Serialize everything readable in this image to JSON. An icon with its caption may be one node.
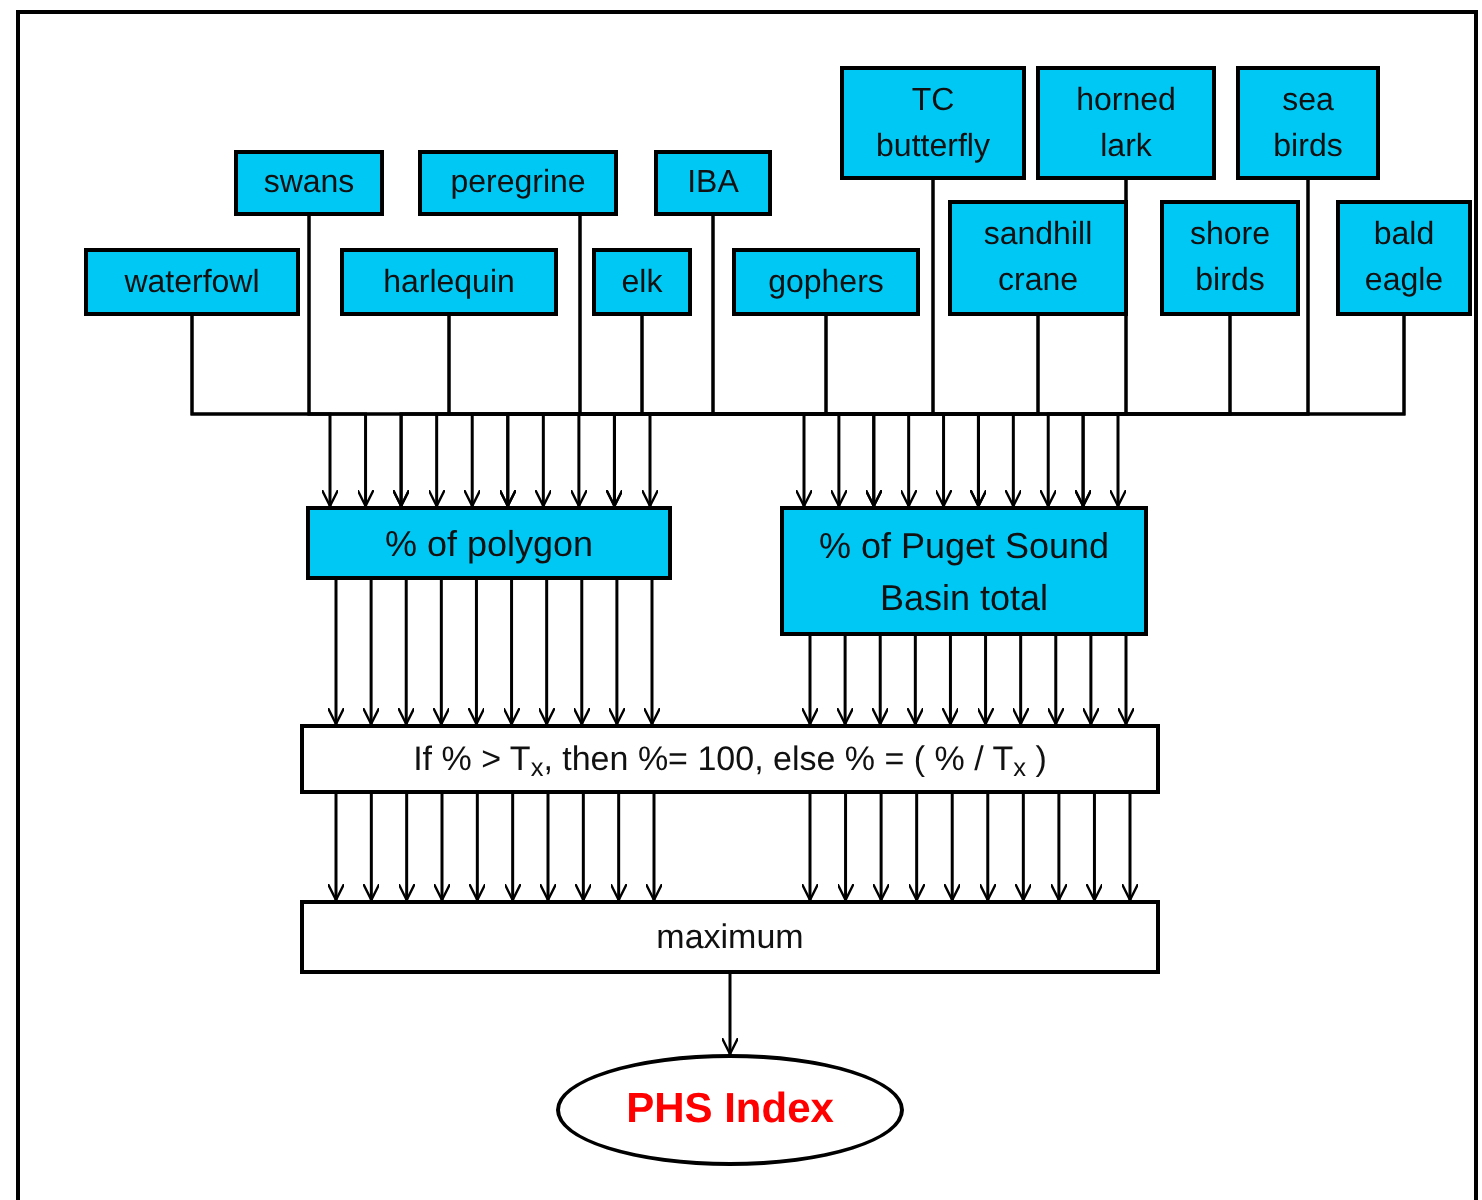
{
  "diagram": {
    "nodes": [
      {
        "text": [
          "waterfowl"
        ]
      },
      {
        "text": [
          "swans"
        ]
      },
      {
        "text": [
          "harlequin"
        ]
      },
      {
        "text": [
          "peregrine"
        ]
      },
      {
        "text": [
          "elk"
        ]
      },
      {
        "text": [
          "IBA"
        ]
      },
      {
        "text": [
          "gophers"
        ]
      },
      {
        "text": [
          "TC butterfly"
        ]
      },
      {
        "text": [
          "sandhill crane"
        ]
      },
      {
        "text": [
          "horned lark"
        ]
      },
      {
        "text": [
          "shore birds"
        ]
      },
      {
        "text": [
          "sea birds"
        ]
      },
      {
        "text": [
          "bald eagle"
        ]
      },
      {
        "text": [
          "% of polygon"
        ]
      },
      {
        "text": [
          "% of Puget Sound Basin total"
        ]
      },
      {
        "text": [
          "If % > T$_{x}$, then %= 100, else % = ( % / T$_{x}$ )"
        ]
      },
      {
        "text": [
          "maximum"
        ]
      },
      {
        "text": [
          "PHS Index"
        ]
      }
    ],
    "edges": [
      {
        "from": 0,
        "to": 13,
        "arrow": "to"
      },
      {
        "from": 1,
        "to": 13,
        "arrow": "to"
      },
      {
        "from": 2,
        "to": 13,
        "arrow": "to"
      },
      {
        "from": 3,
        "to": 13,
        "arrow": "to"
      },
      {
        "from": 4,
        "to": 13,
        "arrow": "to"
      },
      {
        "from": 5,
        "to": 13,
        "arrow": "to"
      },
      {
        "from": 6,
        "to": 13,
        "arrow": "to"
      },
      {
        "from": 7,
        "to": 13,
        "arrow": "to"
      },
      {
        "from": 8,
        "to": 13,
        "arrow": "to"
      },
      {
        "from": 9,
        "to": 13,
        "arrow": "to"
      },
      {
        "from": 10,
        "to": 13,
        "arrow": "to"
      },
      {
        "from": 11,
        "to": 13,
        "arrow": "to"
      },
      {
        "from": 12,
        "to": 13,
        "arrow": "to"
      },
      {
        "from": 0,
        "to": 14,
        "arrow": "to"
      },
      {
        "from": 1,
        "to": 14,
        "arrow": "to"
      },
      {
        "from": 2,
        "to": 14,
        "arrow": "to"
      },
      {
        "from": 3,
        "to": 14,
        "arrow": "to"
      },
      {
        "from": 4,
        "to": 14,
        "arrow": "to"
      },
      {
        "from": 5,
        "to": 14,
        "arrow": "to"
      },
      {
        "from": 6,
        "to": 14,
        "arrow": "to"
      },
      {
        "from": 7,
        "to": 14,
        "arrow": "to"
      },
      {
        "from": 8,
        "to": 14,
        "arrow": "to"
      },
      {
        "from": 9,
        "to": 14,
        "arrow": "to"
      },
      {
        "from": 10,
        "to": 14,
        "arrow": "to"
      },
      {
        "from": 11,
        "to": 14,
        "arrow": "to"
      },
      {
        "from": 12,
        "to": 14,
        "arrow": "to"
      },
      {
        "from": 13,
        "to": 15,
        "arrow": "to"
      },
      {
        "from": 13,
        "to": 15,
        "arrow": "to"
      },
      {
        "from": 13,
        "to": 15,
        "arrow": "to"
      },
      {
        "from": 13,
        "to": 15,
        "arrow": "to"
      },
      {
        "from": 13,
        "to": 15,
        "arrow": "to"
      },
      {
        "from": 13,
        "to": 15,
        "arrow": "to"
      },
      {
        "from": 13,
        "to": 15,
        "arrow": "to"
      },
      {
        "from": 13,
        "to": 15,
        "arrow": "to"
      },
      {
        "from": 13,
        "to": 15,
        "arrow": "to"
      },
      {
        "from": 13,
        "to": 15,
        "arrow": "to"
      },
      {
        "from": 14,
        "to": 15,
        "arrow": "to"
      },
      {
        "from": 14,
        "to": 15,
        "arrow": "to"
      },
      {
        "from": 14,
        "to": 15,
        "arrow": "to"
      },
      {
        "from": 14,
        "to": 15,
        "arrow": "to"
      },
      {
        "from": 14,
        "to": 15,
        "arrow": "to"
      },
      {
        "from": 14,
        "to": 15,
        "arrow": "to"
      },
      {
        "from": 14,
        "to": 15,
        "arrow": "to"
      },
      {
        "from": 14,
        "to": 15,
        "arrow": "to"
      },
      {
        "from": 14,
        "to": 15,
        "arrow": "to"
      },
      {
        "from": 14,
        "to": 15,
        "arrow": "to"
      },
      {
        "from": 15,
        "to": 16,
        "arrow": "to"
      },
      {
        "from": 15,
        "to": 16,
        "arrow": "to"
      },
      {
        "from": 15,
        "to": 16,
        "arrow": "to"
      },
      {
        "from": 15,
        "to": 16,
        "arrow": "to"
      },
      {
        "from": 15,
        "to": 16,
        "arrow": "to"
      },
      {
        "from": 15,
        "to": 16,
        "arrow": "to"
      },
      {
        "from": 15,
        "to": 16,
        "arrow": "to"
      },
      {
        "from": 15,
        "to": 16,
        "arrow": "to"
      },
      {
        "from": 15,
        "to": 16,
        "arrow": "to"
      },
      {
        "from": 15,
        "to": 16,
        "arrow": "to"
      },
      {
        "from": 15,
        "to": 16,
        "arrow": "to"
      },
      {
        "from": 15,
        "to": 16,
        "arrow": "to"
      },
      {
        "from": 15,
        "to": 16,
        "arrow": "to"
      },
      {
        "from": 15,
        "to": 16,
        "arrow": "to"
      },
      {
        "from": 15,
        "to": 16,
        "arrow": "to"
      },
      {
        "from": 15,
        "to": 16,
        "arrow": "to"
      },
      {
        "from": 15,
        "to": 16,
        "arrow": "to"
      },
      {
        "from": 15,
        "to": 16,
        "arrow": "to"
      },
      {
        "from": 15,
        "to": 16,
        "arrow": "to"
      },
      {
        "from": 15,
        "to": 16,
        "arrow": "to"
      },
      {
        "from": 16,
        "to": 17,
        "arrow": "to"
      }
    ]
  }
}
